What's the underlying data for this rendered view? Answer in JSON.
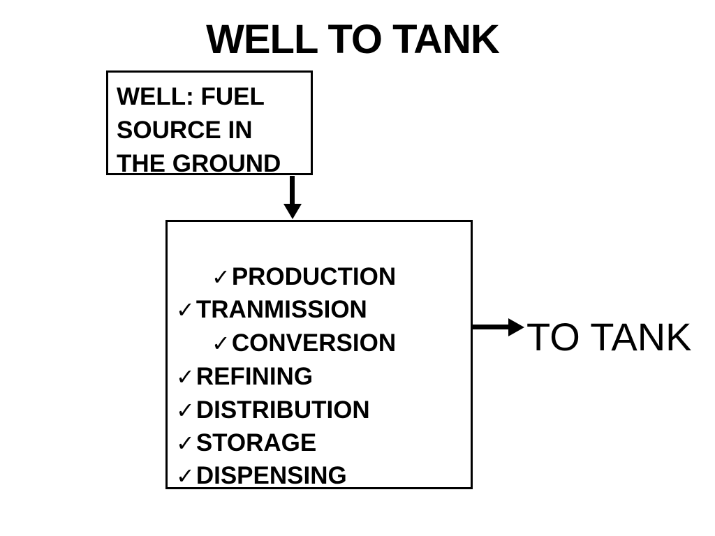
{
  "title": "WELL TO TANK",
  "source": {
    "lines": [
      "WELL: FUEL",
      "SOURCE IN",
      "THE GROUND"
    ]
  },
  "check_symbol": "✓",
  "steps": [
    {
      "label": "PRODUCTION"
    },
    {
      "label": "TRANMISSION"
    },
    {
      "label": "CONVERSION"
    },
    {
      "label": "REFINING"
    },
    {
      "label": "DISTRIBUTION"
    },
    {
      "label": "STORAGE"
    },
    {
      "label": "DISPENSING"
    }
  ],
  "destination": "TO TANK"
}
